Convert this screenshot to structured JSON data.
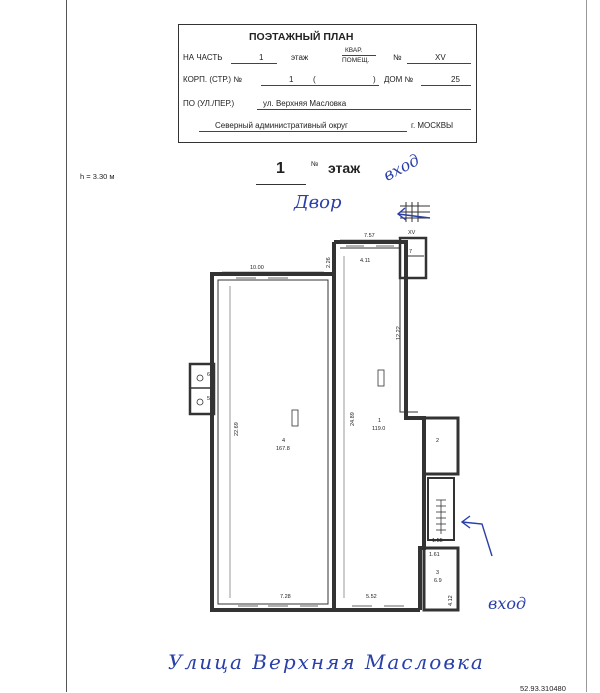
{
  "stamp": {
    "title": "ПОЭТАЖНЫЙ ПЛАН",
    "row1": {
      "label": "НА ЧАСТЬ",
      "part_value": "1",
      "floor_label": "этаж",
      "kvar_label": "КВАР.",
      "pomesh_label": "ПОМЕЩ.",
      "no_label": "№",
      "no_value": "XV"
    },
    "row2": {
      "label": "КОРП. (СТР.) №",
      "korp_value": "1",
      "paren_open": "(",
      "paren_close": ")",
      "dom_label": "ДОМ №",
      "dom_value": "25"
    },
    "row3": {
      "label": "ПО (УЛ./ПЕР.)",
      "street_value": "ул. Верхняя Масловка"
    },
    "row4": {
      "district_value": "Северный административный округ",
      "city_value": "г. МОСКВЫ"
    }
  },
  "height_note": "h = 3.30 м",
  "floor_heading": {
    "number": "1",
    "label": "этаж"
  },
  "handwriting": {
    "yard": "Двор",
    "entrance_top": "вход",
    "entrance_bottom": "вход",
    "street": "Улица Верхняя Масловка"
  },
  "plan": {
    "dims": {
      "top_left": "10.00",
      "top_right": "7.57",
      "vert_a": "2.26",
      "room_4_11": "4.11",
      "side_12_22": "12.22",
      "left_22_69": "22.69",
      "mid_24_89": "24.89",
      "bottom_7_28": "7.28",
      "bottom_5_52": "5.52",
      "small_1_55": "1.55",
      "small_1_61": "1.61",
      "small_4_12": "4.12"
    },
    "rooms": [
      {
        "num": "4",
        "area": "167.8"
      },
      {
        "num": "1",
        "area": "119.0"
      },
      {
        "num": "2",
        "area": ""
      },
      {
        "num": "3",
        "area": "6.9"
      },
      {
        "num": "5",
        "area": ""
      },
      {
        "num": "6",
        "area": ""
      },
      {
        "num": "7",
        "area": ""
      }
    ],
    "xv_label": "XV"
  },
  "footer_code": "52.93.310480"
}
